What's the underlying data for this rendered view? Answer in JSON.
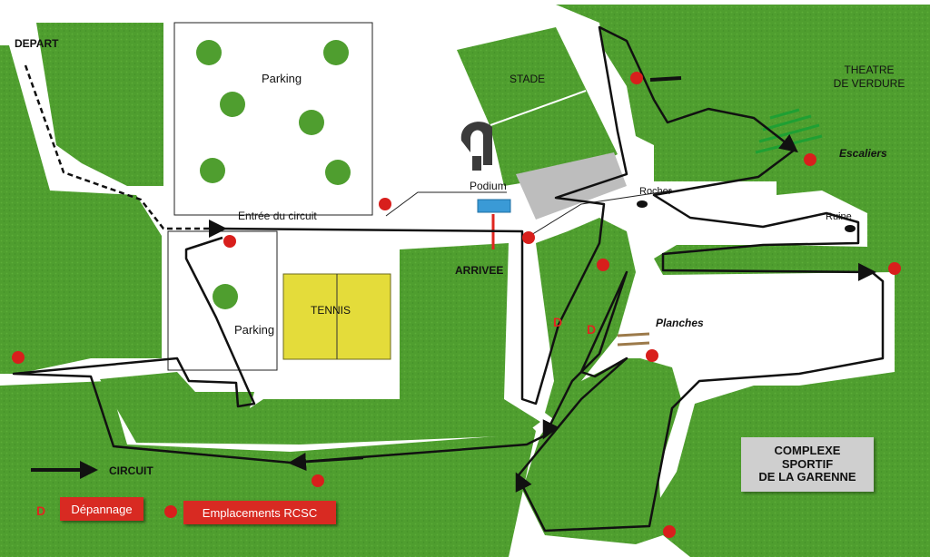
{
  "labels": {
    "depart": "DEPART",
    "parking_top": "Parking",
    "parking_bottom": "Parking",
    "stade": "STADE",
    "podium": "Podium",
    "entree": "Entrée du circuit",
    "arrivee": "ARRIVEE",
    "tennis": "TENNIS",
    "theatre_line1": "THEATRE",
    "theatre_line2": "DE VERDURE",
    "escaliers": "Escaliers",
    "rocher": "Rocher",
    "ruine": "Ruine",
    "planches": "Planches",
    "d_marker_1": "D",
    "d_marker_2": "D"
  },
  "complexe": {
    "line1": "COMPLEXE",
    "line2": "SPORTIF",
    "line3": "DE LA GARENNE"
  },
  "legend": {
    "circuit_label": "CIRCUIT",
    "depannage_symbol": "D",
    "depannage_label": "Dépannage",
    "emplacements_label": "Emplacements RCSC"
  },
  "colors": {
    "grass": "#4f9e2f",
    "grass_dark": "#3f8a24",
    "track": "#ffffff",
    "route_line": "#111111",
    "marker_red": "#d81f1c",
    "tennis": "#e4dc3a",
    "podium": "#3a9ad6",
    "legend_red": "#d82a22",
    "stairs_green": "#1fa033",
    "planches_brown": "#9c7a4a"
  },
  "icons": {
    "rcsc_marker": "red-dot-icon",
    "depannage_marker": "letter-d-icon",
    "circuit_direction": "arrow-right-icon"
  }
}
